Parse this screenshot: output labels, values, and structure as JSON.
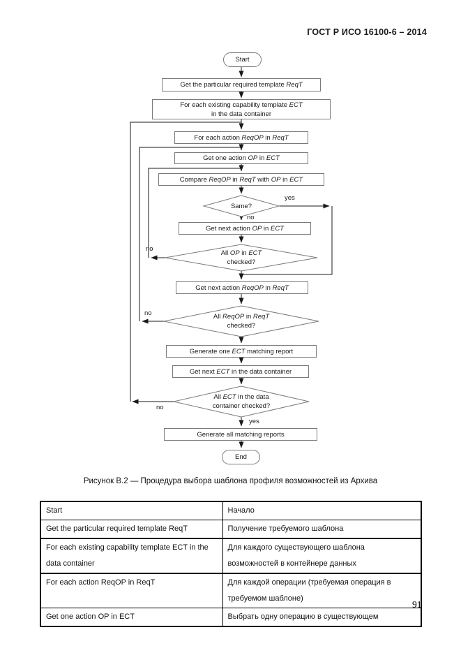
{
  "header": {
    "title": "ГОСТ Р ИСО 16100-6 – 2014"
  },
  "page_number": "91",
  "colors": {
    "ink": "#1a1a1a",
    "box-border": "#7a7a7a",
    "line": "#1a1a1a",
    "table-border": "#000000"
  },
  "caption": {
    "text": "Рисунок В.2 — Процедура выбора шаблона профиля возможностей из Архива"
  },
  "flowchart": {
    "yes_label": "yes",
    "no_label": "no",
    "nodes": {
      "start": {
        "lines": [
          [
            {
              "t": "Start"
            }
          ]
        ]
      },
      "get_template": {
        "lines": [
          [
            {
              "t": "Get the particular required template "
            },
            {
              "t": "ReqT",
              "i": true
            }
          ]
        ]
      },
      "for_each_ect": {
        "lines": [
          [
            {
              "t": "For each existing capability template "
            },
            {
              "t": "ECT",
              "i": true
            }
          ],
          [
            {
              "t": "in the data container"
            }
          ]
        ]
      },
      "for_each_reqop": {
        "lines": [
          [
            {
              "t": "For each action "
            },
            {
              "t": "ReqOP",
              "i": true
            },
            {
              "t": " in "
            },
            {
              "t": "ReqT",
              "i": true
            }
          ]
        ]
      },
      "get_one_op": {
        "lines": [
          [
            {
              "t": "Get one action "
            },
            {
              "t": "OP",
              "i": true
            },
            {
              "t": " in "
            },
            {
              "t": "ECT",
              "i": true
            }
          ]
        ]
      },
      "compare": {
        "lines": [
          [
            {
              "t": "Compare "
            },
            {
              "t": "ReqOP",
              "i": true
            },
            {
              "t": " in "
            },
            {
              "t": "ReqT",
              "i": true
            },
            {
              "t": " with "
            },
            {
              "t": "OP",
              "i": true
            },
            {
              "t": " in "
            },
            {
              "t": "ECT",
              "i": true
            }
          ]
        ]
      },
      "same": {
        "lines": [
          [
            {
              "t": "Same?"
            }
          ]
        ]
      },
      "get_next_op": {
        "lines": [
          [
            {
              "t": "Get next action "
            },
            {
              "t": "OP",
              "i": true
            },
            {
              "t": " in "
            },
            {
              "t": "ECT",
              "i": true
            }
          ]
        ]
      },
      "all_op_checked": {
        "lines": [
          [
            {
              "t": "All "
            },
            {
              "t": "OP",
              "i": true
            },
            {
              "t": " in "
            },
            {
              "t": "ECT",
              "i": true
            }
          ],
          [
            {
              "t": "checked?"
            }
          ]
        ]
      },
      "get_next_reqop": {
        "lines": [
          [
            {
              "t": "Get next action "
            },
            {
              "t": "ReqOP",
              "i": true
            },
            {
              "t": " in "
            },
            {
              "t": "ReqT",
              "i": true
            }
          ]
        ]
      },
      "all_reqop_checked": {
        "lines": [
          [
            {
              "t": "All "
            },
            {
              "t": "ReqOP",
              "i": true
            },
            {
              "t": " in "
            },
            {
              "t": "ReqT",
              "i": true
            }
          ],
          [
            {
              "t": "checked?"
            }
          ]
        ]
      },
      "generate_one": {
        "lines": [
          [
            {
              "t": "Generate one "
            },
            {
              "t": "ECT",
              "i": true
            },
            {
              "t": " matching report"
            }
          ]
        ]
      },
      "get_next_ect": {
        "lines": [
          [
            {
              "t": "Get next "
            },
            {
              "t": "ECT",
              "i": true
            },
            {
              "t": " in the data container"
            }
          ]
        ]
      },
      "all_ect_checked": {
        "lines": [
          [
            {
              "t": "All "
            },
            {
              "t": "ECT",
              "i": true
            },
            {
              "t": " in the data"
            }
          ],
          [
            {
              "t": "container checked?"
            }
          ]
        ]
      },
      "generate_all": {
        "lines": [
          [
            {
              "t": "Generate all matching reports"
            }
          ]
        ]
      },
      "end": {
        "lines": [
          [
            {
              "t": "End"
            }
          ]
        ]
      }
    }
  },
  "table": {
    "rows": [
      {
        "en": "Start",
        "ru": "Начало"
      },
      {
        "en": "Get the particular required template ReqT",
        "ru": "Получение требуемого шаблона"
      },
      {
        "en": "For each existing capability template ECT in the data container",
        "ru": "Для каждого существующего шаблона возможностей в контейнере данных"
      },
      {
        "en": "For each action ReqOP in ReqT",
        "ru": "Для каждой операции (требуемая операция в требуемом шаблоне)"
      },
      {
        "en": "Get one action OP in ECT",
        "ru": "Выбрать одну операцию в существующем"
      }
    ]
  }
}
